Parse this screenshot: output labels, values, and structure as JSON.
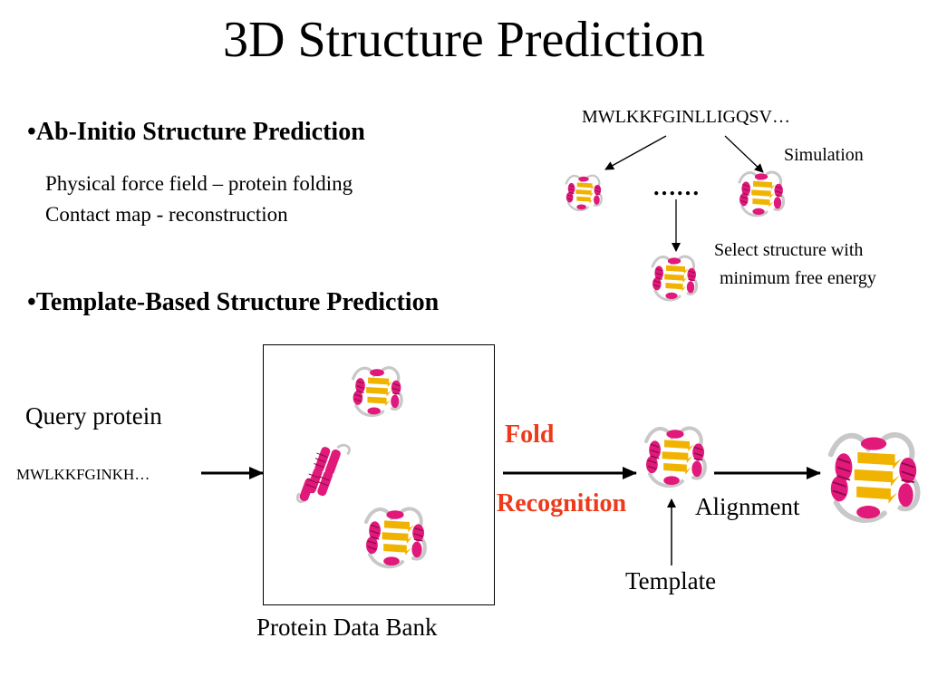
{
  "title": "3D Structure Prediction",
  "ab_initio": {
    "heading": "Ab-Initio Structure Prediction",
    "bullet": "•",
    "lines": [
      "Physical force field – protein folding",
      "Contact map - reconstruction"
    ],
    "sequence": "MWLKKFGINLLIGQSV…",
    "simulation_label": "Simulation",
    "ellipsis": "……",
    "select_label_line1": "Select structure with",
    "select_label_line2": "minimum free energy"
  },
  "template_based": {
    "heading": "Template-Based Structure Prediction",
    "bullet": "•",
    "query_label": "Query protein",
    "query_sequence": "MWLKKFGINKH…",
    "pdb_label": "Protein Data Bank",
    "fold_label": "Fold",
    "recognition_label": "Recognition",
    "alignment_label": "Alignment",
    "template_label": "Template"
  },
  "colors": {
    "helix": "#e0197a",
    "sheet": "#f0b400",
    "coil": "#c8c8c8",
    "accent_red": "#ee3a1a"
  },
  "icons": [
    "protein-structure-icon",
    "arrow-icon"
  ]
}
